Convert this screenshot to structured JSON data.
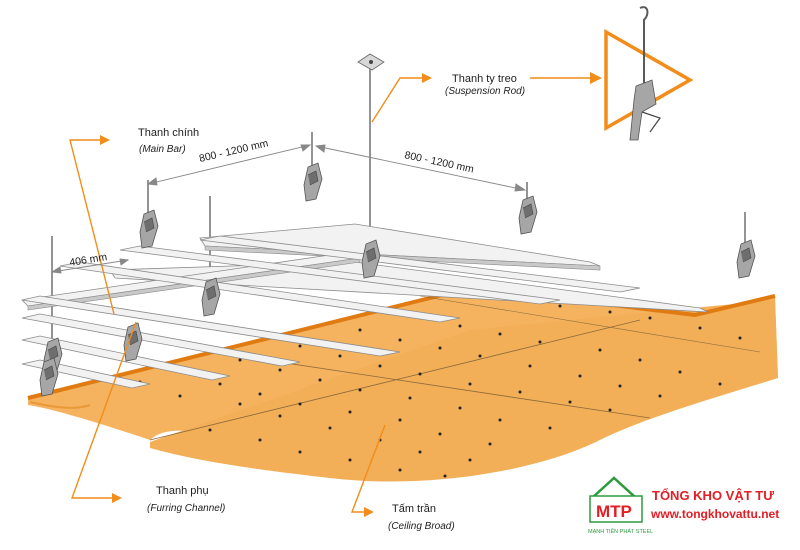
{
  "labels": {
    "suspension_rod_vn": "Thanh ty treo",
    "suspension_rod_en": "(Suspension Rod)",
    "main_bar_vn": "Thanh chính",
    "main_bar_en": "(Main Bar)",
    "furring_vn": "Thanh phụ",
    "furring_en": "(Furring Channel)",
    "ceiling_vn": "Tấm trần",
    "ceiling_en": "(Ceiling Broad)"
  },
  "dimensions": {
    "main_spacing_left": "800 - 1200 mm",
    "main_spacing_right": "800 - 1200 mm",
    "furring_spacing": "406 mm"
  },
  "brand": {
    "logo": "MTP",
    "logo_sub": "MẠNH TIẾN PHÁT STEEL",
    "name": "TỔNG KHO VẬT TƯ",
    "url": "www.tongkhovattu.net"
  },
  "colors": {
    "accent_orange": "#f28c1a",
    "ceiling_fill": "#f5b35f",
    "brand_red": "#e31e24",
    "brand_green": "#2e9a3e"
  }
}
